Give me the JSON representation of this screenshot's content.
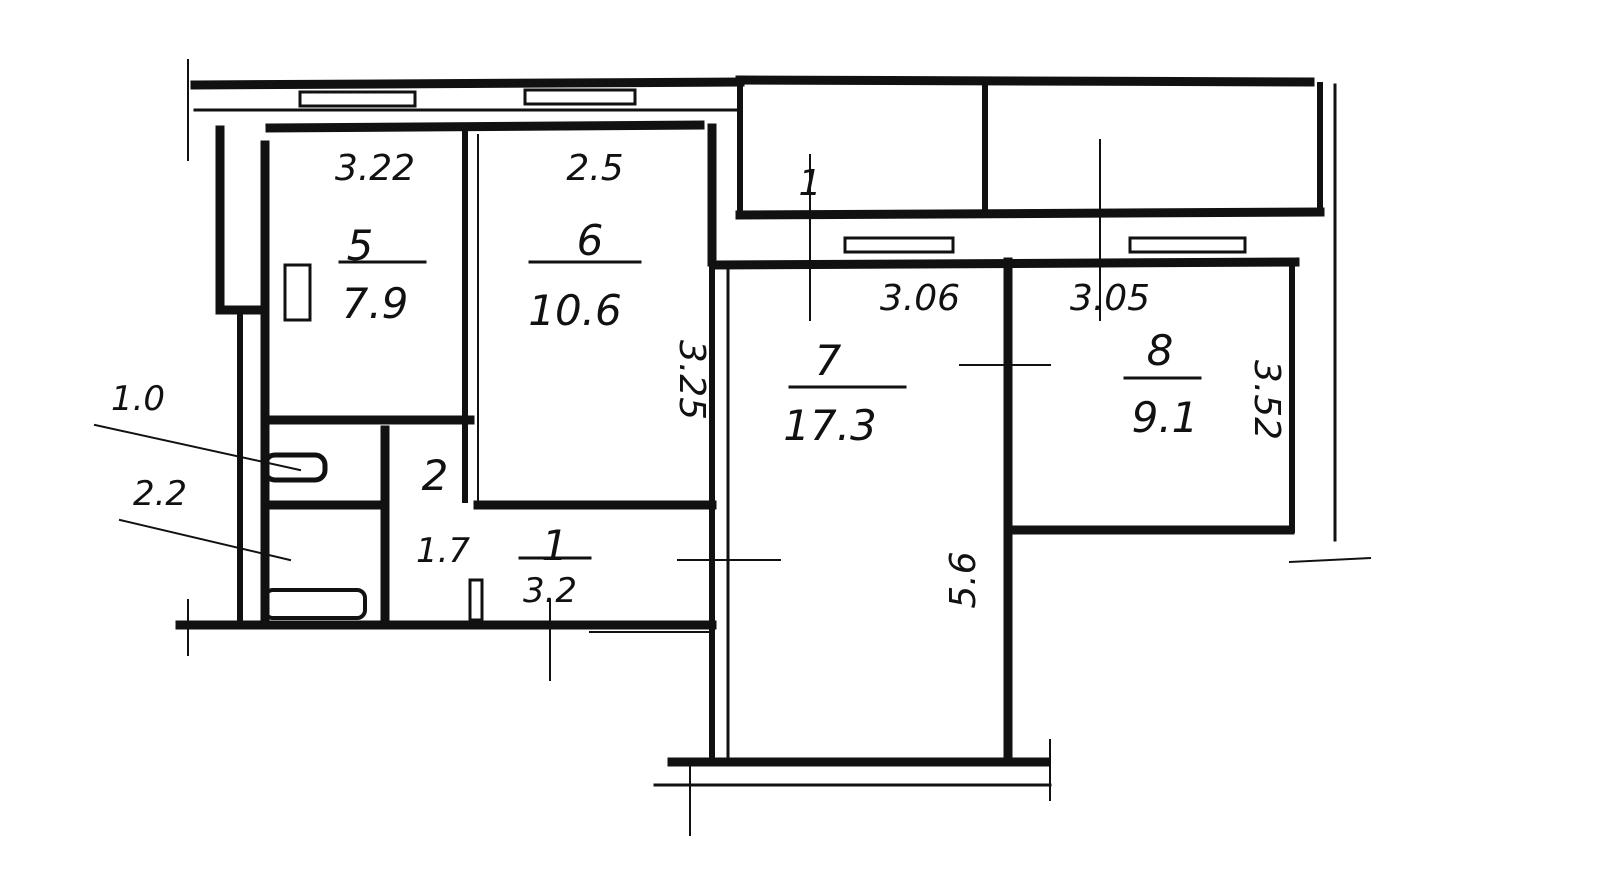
{
  "rooms": [
    {
      "number": "5",
      "area": "7.9"
    },
    {
      "number": "6",
      "area": "10.6"
    },
    {
      "number": "7",
      "area": "17.3"
    },
    {
      "number": "8",
      "area": "9.1"
    },
    {
      "number": "1",
      "area": "3.2"
    },
    {
      "number": "2",
      "area": "1.7"
    }
  ],
  "dimensions": {
    "kitchen_width": "3.22",
    "room6_width": "2.5",
    "room6_depth": "3.25",
    "room7_width": "3.06",
    "room7_depth": "5.6",
    "room8_width": "3.05",
    "room8_depth": "3.52",
    "bath_area": "2.2",
    "wc_area": "1.0",
    "balcony_label": "1"
  }
}
